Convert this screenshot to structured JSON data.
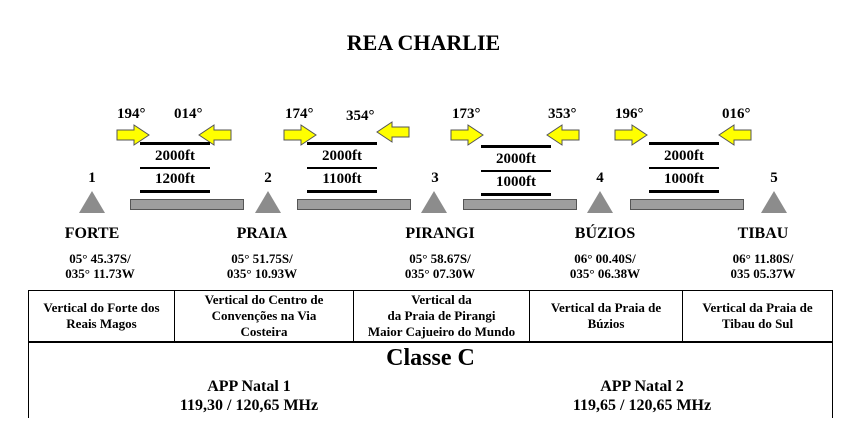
{
  "title": "REA CHARLIE",
  "arrow_color": "#ffff00",
  "segments": [
    {
      "hdg_out": "194°",
      "hdg_in": "014°",
      "alt_upper": "2000ft",
      "alt_lower": "1200ft"
    },
    {
      "hdg_out": "174°",
      "hdg_in": "354°",
      "alt_upper": "2000ft",
      "alt_lower": "1100ft"
    },
    {
      "hdg_out": "173°",
      "hdg_in": "353°",
      "alt_upper": "2000ft",
      "alt_lower": "1000ft"
    },
    {
      "hdg_out": "196°",
      "hdg_in": "016°",
      "alt_upper": "2000ft",
      "alt_lower": "1000ft"
    }
  ],
  "waypoints": [
    {
      "num": "1",
      "name": "FORTE",
      "lat": "05° 45.37S/",
      "lon": "035° 11.73W",
      "desc_lines": [
        "Vertical do Forte dos",
        "Reais Magos"
      ]
    },
    {
      "num": "2",
      "name": "PRAIA",
      "lat": "05° 51.75S/",
      "lon": "035° 10.93W",
      "desc_lines": [
        "Vertical do Centro de",
        "Convenções na Via",
        "Costeira"
      ]
    },
    {
      "num": "3",
      "name": "PIRANGI",
      "lat": "05° 58.67S/",
      "lon": "035° 07.30W",
      "desc_lines": [
        "Vertical da",
        "da Praia de Pirangi",
        "Maior Cajueiro do Mundo"
      ]
    },
    {
      "num": "4",
      "name": "BÚZIOS",
      "lat": "06° 00.40S/",
      "lon": "035° 06.38W",
      "desc_lines": [
        "Vertical da Praia de",
        "Búzios"
      ]
    },
    {
      "num": "5",
      "name": "TIBAU",
      "lat": "06° 11.80S/",
      "lon": "035 05.37W",
      "desc_lines": [
        "Vertical da Praia de",
        "Tibau do Sul"
      ]
    }
  ],
  "classe": {
    "title": "Classe C",
    "apps": [
      {
        "name": "APP Natal 1",
        "freq": "119,30 / 120,65 MHz"
      },
      {
        "name": "APP Natal 2",
        "freq": "119,65 / 120,65 MHz"
      }
    ]
  }
}
